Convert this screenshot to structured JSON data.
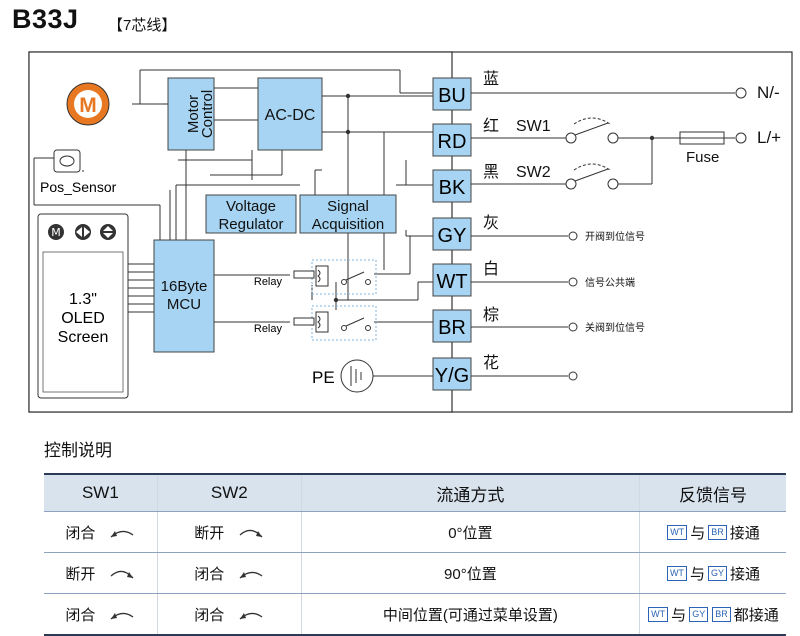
{
  "title": {
    "model": "B33J",
    "wires": "【7芯线】"
  },
  "blocks": {
    "motor_icon": "M",
    "motor_control": [
      "Motor",
      "Control"
    ],
    "ac_dc": "AC-DC",
    "pos_sensor": "Pos_Sensor",
    "voltage_regulator": [
      "Voltage",
      "Regulator"
    ],
    "signal_acquisition": [
      "Signal",
      "Acquisition"
    ],
    "mcu": [
      "16Byte",
      "MCU"
    ],
    "oled": [
      "1.3\"",
      "OLED",
      "Screen"
    ],
    "relay": "Relay",
    "pe": "PE",
    "fuse": "Fuse"
  },
  "terminals": [
    {
      "code": "BU",
      "color": "蓝"
    },
    {
      "code": "RD",
      "color": "红"
    },
    {
      "code": "BK",
      "color": "黑"
    },
    {
      "code": "GY",
      "color": "灰"
    },
    {
      "code": "WT",
      "color": "白"
    },
    {
      "code": "BR",
      "color": "棕"
    },
    {
      "code": "Y/G",
      "color": "花"
    }
  ],
  "line_labels": {
    "neutral": "N/-",
    "live": "L/+",
    "sw1": "SW1",
    "sw2": "SW2",
    "gy_signal": "开阀到位信号",
    "wt_signal": "信号公共端",
    "br_signal": "关阀到位信号"
  },
  "colors": {
    "block": "#a6d4f2",
    "block_border": "#444444",
    "panel": "#ffffff",
    "accent": "#e87722",
    "tag": "#2b64b5",
    "header_bg": "#d9e3ee"
  },
  "control": {
    "heading": "控制说明",
    "columns": [
      "SW1",
      "SW2",
      "流通方式",
      "反馈信号"
    ],
    "rows": [
      {
        "sw1": "闭合",
        "sw1_icon": "close-arc",
        "sw2": "断开",
        "sw2_icon": "open-arc",
        "mode": "0°位置",
        "fb": [
          "WT",
          "与",
          "BR",
          "接通"
        ]
      },
      {
        "sw1": "断开",
        "sw1_icon": "open-arc",
        "sw2": "闭合",
        "sw2_icon": "close-arc",
        "mode": "90°位置",
        "fb": [
          "WT",
          "与",
          "GY",
          "接通"
        ]
      },
      {
        "sw1": "闭合",
        "sw1_icon": "close-arc",
        "sw2": "闭合",
        "sw2_icon": "close-arc",
        "mode": "中间位置(可通过菜单设置)",
        "fb": [
          "WT",
          "与",
          "GY",
          "BR",
          "都接通"
        ]
      }
    ]
  }
}
